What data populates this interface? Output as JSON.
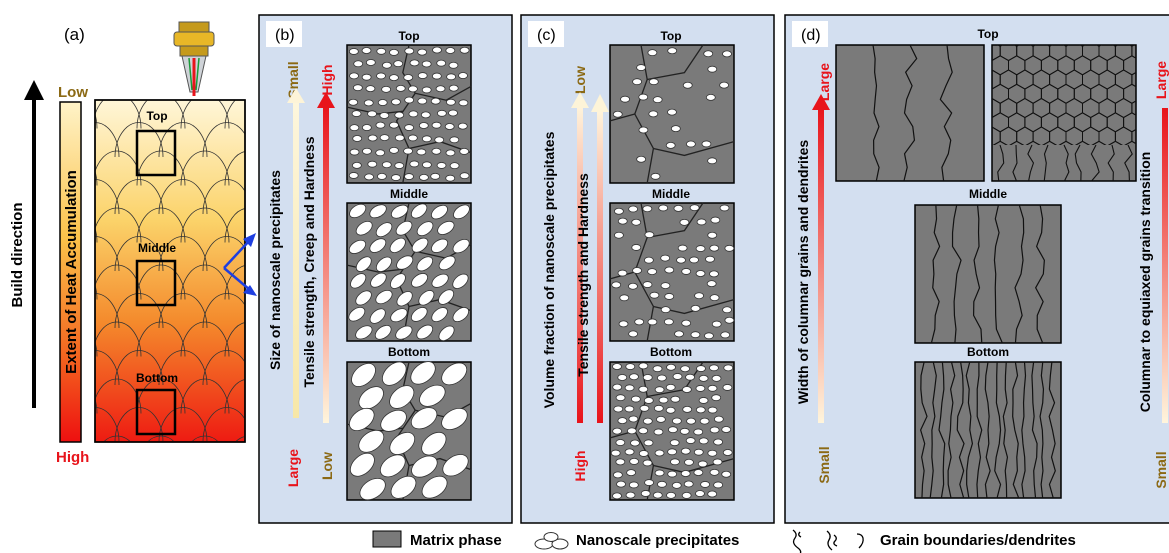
{
  "panel_a": {
    "label": "(a)",
    "low": "Low",
    "high": "High",
    "build_direction": "Build direction",
    "heat_label": "Extent of Heat Accumulation",
    "top": "Top",
    "middle": "Middle",
    "bottom": "Bottom"
  },
  "panel_b": {
    "label": "(b)",
    "top": "Top",
    "middle": "Middle",
    "bottom": "Bottom",
    "arrow1_label": "Size of nanoscale precipitates",
    "arrow1_top": "Small",
    "arrow1_bottom": "Large",
    "arrow2_label": "Tensile strength, Creep and Hardness",
    "arrow2_top": "High",
    "arrow2_bottom": "Low"
  },
  "panel_c": {
    "label": "(c)",
    "top": "Top",
    "middle": "Middle",
    "bottom": "Bottom",
    "arrow1_label": "Volume fraction of nanoscale precipitates",
    "arrow1_top": "Low",
    "arrow1_bottom": "High",
    "arrow2_label": "Tensile strength and Hardness"
  },
  "panel_d": {
    "label": "(d)",
    "top": "Top",
    "middle": "Middle",
    "bottom": "Bottom",
    "arrow1_label": "Width of columnar grains and dendrites",
    "arrow1_top": "Large",
    "arrow1_bottom": "Small",
    "arrow2_label": "Columnar to equiaxed grains transition",
    "arrow2_top": "Large",
    "arrow2_bottom": "Small"
  },
  "legend": {
    "matrix": "Matrix phase",
    "precipitates": "Nanoscale precipitates",
    "boundaries": "Grain boundaries/dendrites"
  },
  "colors": {
    "panel_bg": "#d3dff0",
    "matrix": "#7a7a7a",
    "red": "#e8141b",
    "olive": "#8b6914",
    "blue_arrow": "#1f3fe0"
  }
}
